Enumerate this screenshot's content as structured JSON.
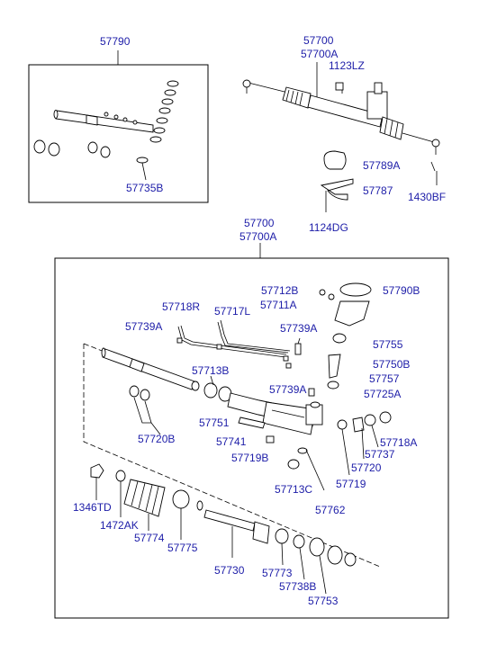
{
  "labels": {
    "kit_top": "57790",
    "assy_top": "57700",
    "assy_top_a": "57700A",
    "bolt_1123lz": "1123LZ",
    "p57735b": "57735B",
    "p57789a": "57789A",
    "p57787": "57787",
    "p1430bf": "1430BF",
    "p1124dg": "1124DG",
    "assy_mid": "57700",
    "assy_mid_a": "57700A",
    "p57712b": "57712B",
    "p57711a": "57711A",
    "p57790b": "57790B",
    "p57718r": "57718R",
    "p57717l": "57717L",
    "p57739a_left": "57739A",
    "p57739a_right": "57739A",
    "p57755": "57755",
    "p57750b": "57750B",
    "p57713b": "57713B",
    "p57757": "57757",
    "p57739a_low": "57739A",
    "p57725a": "57725A",
    "p57720b": "57720B",
    "p57751": "57751",
    "p57718a": "57718A",
    "p57741": "57741",
    "p57737": "57737",
    "p57719b": "57719B",
    "p57720": "57720",
    "p57713c": "57713C",
    "p57719": "57719",
    "p57762": "57762",
    "p1346td": "1346TD",
    "p1472ak": "1472AK",
    "p57774": "57774",
    "p57775": "57775",
    "p57730": "57730",
    "p57773": "57773",
    "p57738b": "57738B",
    "p57753": "57753"
  }
}
